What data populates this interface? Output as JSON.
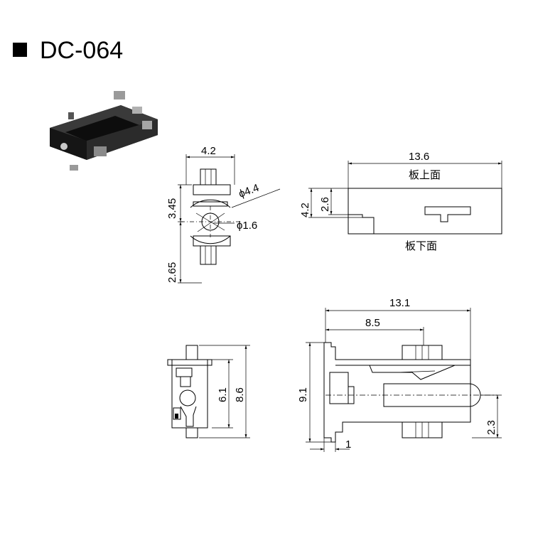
{
  "title": "DC-064",
  "colors": {
    "ink": "#000000",
    "paper": "#ffffff",
    "body_dark": "#262626",
    "metal": "#9a9a9a"
  },
  "icons": {
    "bullet": "filled-square-icon"
  },
  "dims": {
    "front_width": "4.2",
    "front_upper": "3.45",
    "front_lower": "2.65",
    "phi_large": "ϕ4.4",
    "phi_small": "ϕ1.6",
    "side_length": "13.6",
    "side_height": "4.2",
    "side_upper": "2.6",
    "board_top": "板上面",
    "board_bottom": "板下面",
    "top_overall": "13.1",
    "top_partial": "8.5",
    "top_height": "9.1",
    "top_tab": "1",
    "top_offset": "2.3",
    "end_outer": "8.6",
    "end_inner": "6.1"
  }
}
